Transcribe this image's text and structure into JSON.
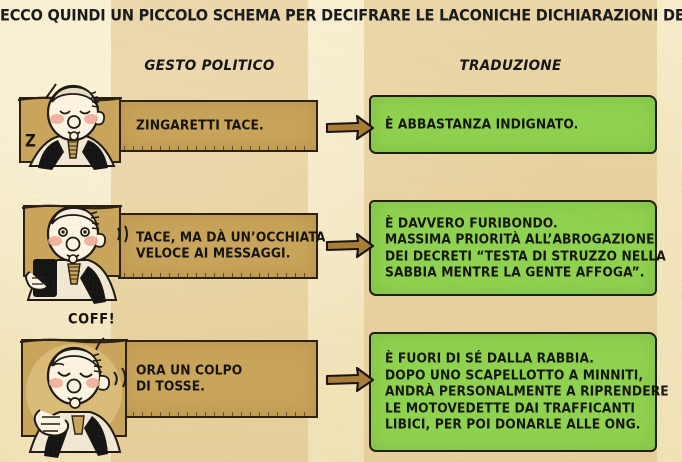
{
  "title": "ECCO QUINDI UN PICCOLO SCHEMA PER DECIFRARE LE LACONICHE DICHIARAZIONI DEL PD.",
  "columns": {
    "gesture_header": "GESTO POLITICO",
    "translation_header": "TRADUZIONE"
  },
  "colors": {
    "paper": "#f4e6bf",
    "band": "#d6b470",
    "gesture_box": "#c9a55c",
    "translation_box": "#8ed350",
    "ink": "#14120c",
    "arrow_fill": "#a97c37"
  },
  "rows": [
    {
      "character": "sleeping-man",
      "sfx": "Z",
      "gesture": [
        "ZINGARETTI TACE."
      ],
      "translation": [
        "È ABBASTANZA INDIGNATO."
      ]
    },
    {
      "character": "man-with-phone",
      "sfx": "",
      "gesture": [
        "TACE, MA DÀ UN’OCCHIATA",
        "VELOCE AI MESSAGGI."
      ],
      "translation": [
        "È DAVVERO FURIBONDO.",
        "MASSIMA PRIORITÀ ALL’ABROGAZIONE",
        "DEI DECRETI “TESTA DI STRUZZO NELLA",
        "SABBIA MENTRE LA GENTE AFFOGA”."
      ]
    },
    {
      "character": "coughing-man",
      "sfx": "COFF!",
      "gesture": [
        "ORA UN COLPO",
        "DI TOSSE."
      ],
      "translation": [
        "È FUORI DI SÉ DALLA RABBIA.",
        "DOPO UNO SCAPELLOTTO A MINNITI,",
        "ANDRÀ PERSONALMENTE A RIPRENDERE",
        "LE MOTOVEDETTE DAI TRAFFICANTI",
        "LIBICI, PER POI DONARLE ALLE ONG."
      ]
    }
  ]
}
